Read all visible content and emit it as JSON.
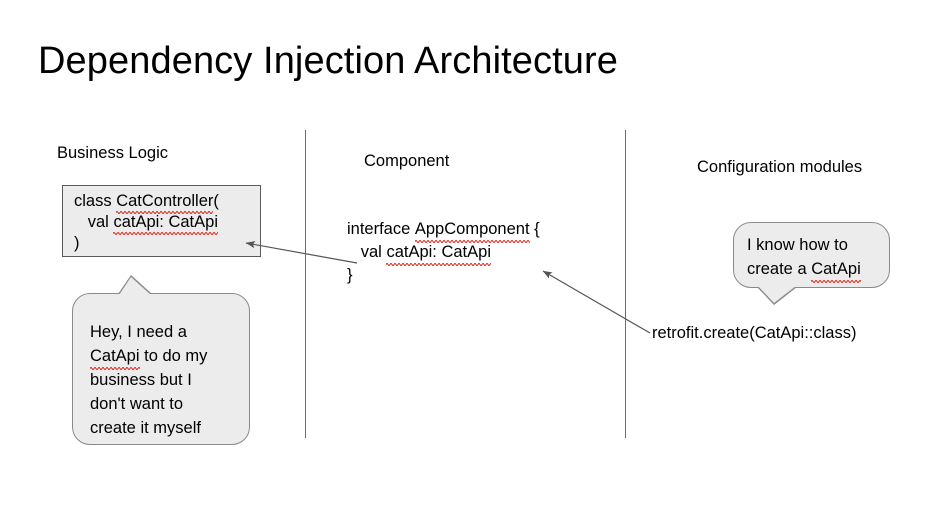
{
  "slide": {
    "title": "Dependency Injection Architecture",
    "background_color": "#ffffff"
  },
  "columns": [
    {
      "key": "business",
      "header": "Business Logic"
    },
    {
      "key": "component",
      "header": "Component"
    },
    {
      "key": "config",
      "header": "Configuration modules"
    }
  ],
  "business_logic": {
    "code_box": {
      "line1_a": "class ",
      "line1_b": "CatController",
      "line1_c": "(",
      "line2_a": "   val ",
      "line2_b": "catApi: CatApi",
      "line3": ")",
      "fill_color": "#ececec",
      "border_color": "#5a5a5a"
    },
    "bubble": {
      "line1": "Hey, I need a",
      "line2_a": "CatApi",
      "line2_b": " to do my",
      "line3": "business but I",
      "line4": "don't want to",
      "line5": "create it myself",
      "fill_color": "#ececec",
      "border_color": "#8a8a8a",
      "tail_direction": "up"
    }
  },
  "component": {
    "code": {
      "line1_a": "interface ",
      "line1_b": "AppComponent",
      "line1_c": " {",
      "line2_a": "   val ",
      "line2_b": "catApi: CatApi",
      "line3": "}"
    }
  },
  "configuration_modules": {
    "bubble": {
      "line1": "I know how to",
      "line2_a": "create a ",
      "line2_b": "CatApi",
      "fill_color": "#ececec",
      "border_color": "#8a8a8a",
      "tail_direction": "down"
    },
    "retrofit_call": "retrofit.create(CatApi::class)"
  },
  "dividers": [
    {
      "name": "divider-1",
      "color": "#6d6d6d"
    },
    {
      "name": "divider-2",
      "color": "#6d6d6d"
    }
  ],
  "arrows": [
    {
      "name": "arrow-component-to-controller",
      "from": "interface AppComponent",
      "to": "class CatController",
      "color": "#555555"
    },
    {
      "name": "arrow-retrofit-to-component",
      "from": "retrofit.create(CatApi::class)",
      "to": "val catApi: CatApi",
      "color": "#555555"
    }
  ],
  "spellcheck": {
    "underline_color": "#e8392f"
  }
}
